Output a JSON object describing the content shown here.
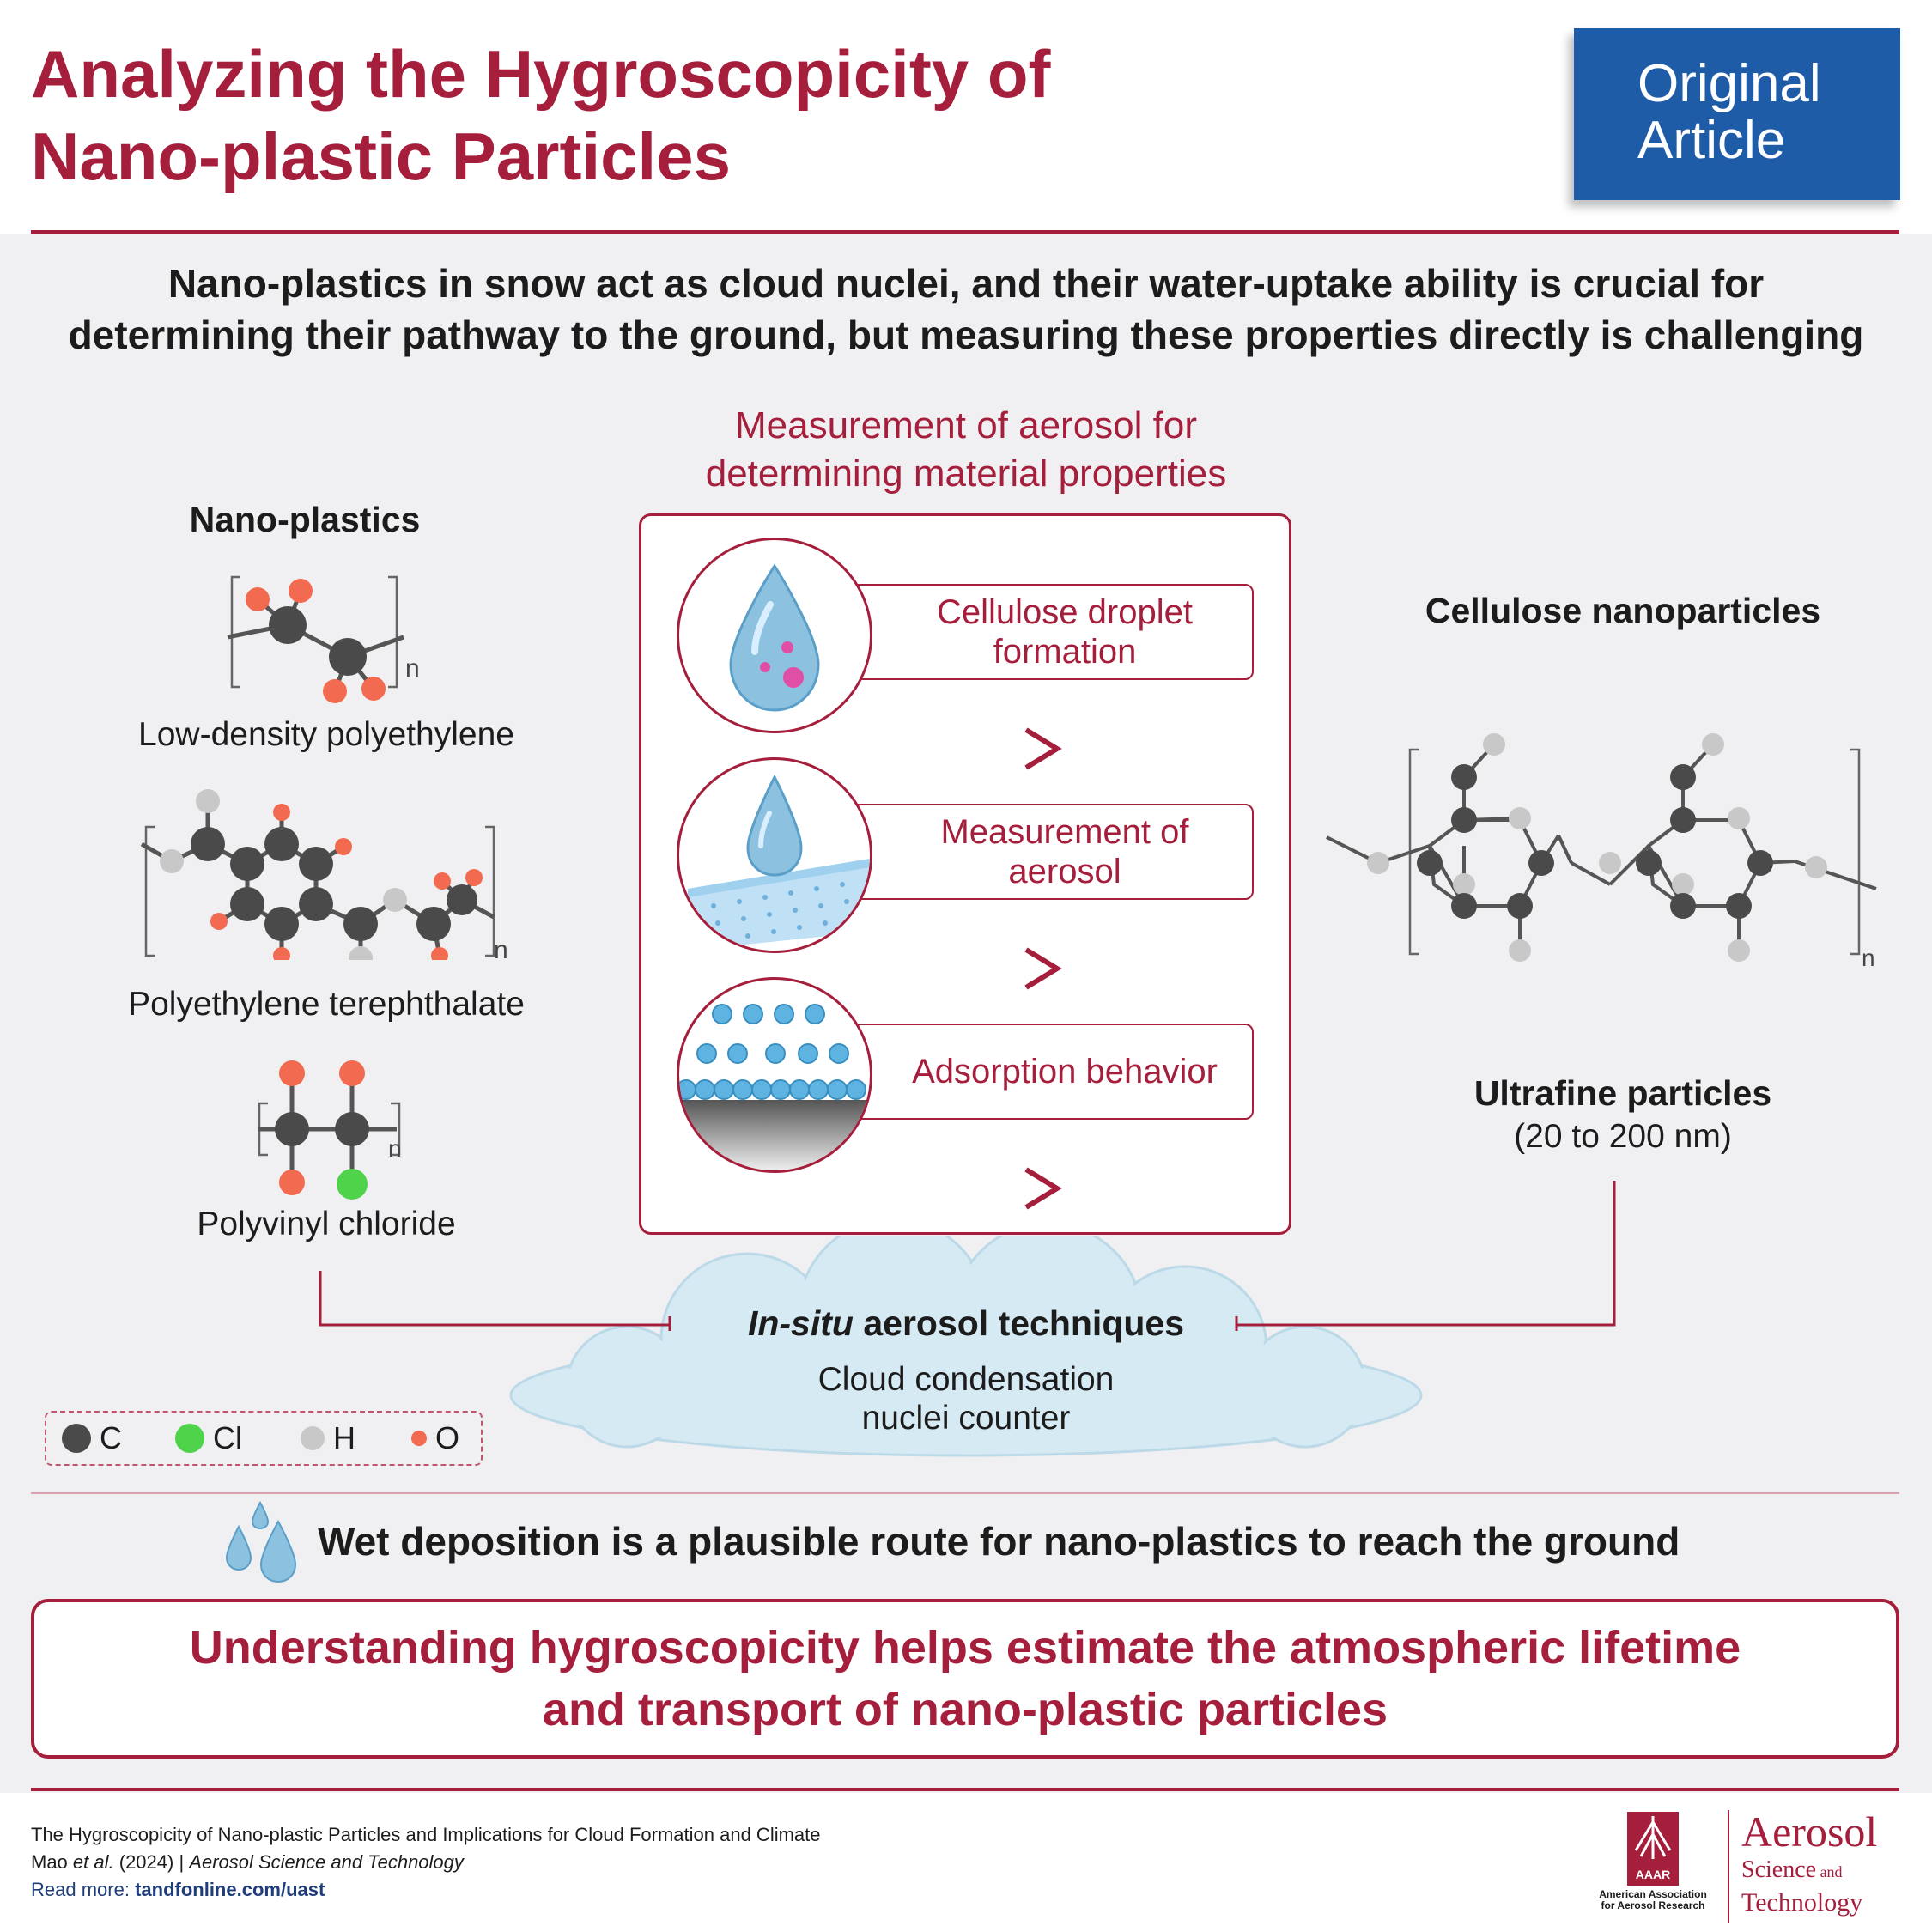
{
  "header": {
    "title_line1": "Analyzing the Hygroscopicity of",
    "title_line2": "Nano-plastic Particles",
    "badge_line1": "Original",
    "badge_line2": "Article"
  },
  "subtitle": {
    "line1": "Nano-plastics in snow act as cloud nuclei, and their water-uptake ability is crucial for",
    "line2": "determining their pathway to the ground, but measuring these properties directly is challenging"
  },
  "left": {
    "heading": "Nano-plastics",
    "molecules": [
      "Low-density polyethylene",
      "Polyethylene terephthalate",
      "Polyvinyl chloride"
    ],
    "subscript": "n"
  },
  "center": {
    "title_line1": "Measurement of aerosol for",
    "title_line2": "determining material properties",
    "steps": [
      {
        "line1": "Cellulose droplet",
        "line2": "formation"
      },
      {
        "line1": "Measurement of",
        "line2": "aerosol"
      },
      {
        "line1": "Adsorption behavior",
        "line2": ""
      }
    ],
    "chevron": ">"
  },
  "right": {
    "heading": "Cellulose nanoparticles",
    "ultrafine": "Ultrafine particles",
    "range": "(20 to 200 nm)",
    "subscript": "n"
  },
  "cloud": {
    "technique_italic": "In-situ",
    "technique_rest": " aerosol techniques",
    "device_line1": "Cloud condensation",
    "device_line2": "nuclei counter"
  },
  "legend": [
    {
      "symbol": "C",
      "color": "#4a4a4a"
    },
    {
      "symbol": "Cl",
      "color": "#4fd34a"
    },
    {
      "symbol": "H",
      "color": "#c8c8c8"
    },
    {
      "symbol": "O",
      "color": "#f26a4f"
    }
  ],
  "wet_deposition": "Wet deposition is a plausible route for nano-plastics to reach the ground",
  "conclusion": {
    "line1": "Understanding hygroscopicity helps estimate the atmospheric lifetime",
    "line2": "and transport of nano-plastic particles"
  },
  "footer": {
    "paper_title": "The Hygroscopicity of Nano-plastic Particles and Implications for Cloud Formation and Climate",
    "authors": "Mao ",
    "et_al": "et al.",
    "year": " (2024) | ",
    "journal": "Aerosol Science and Technology",
    "read_more_label": "Read more: ",
    "read_more_link": "tandfonline.com/uast",
    "aaar_abbr": "AAAR",
    "aaar_line1": "American Association",
    "aaar_line2": "for Aerosol Research",
    "journal_logo_line1": "Aerosol",
    "journal_logo_line2a": "Science",
    "journal_logo_and": " and",
    "journal_logo_line3": "Technology"
  },
  "colors": {
    "accent": "#a51e3c",
    "badge": "#1f5ca8",
    "carbon": "#4a4a4a",
    "oxygen": "#f26a4f",
    "hydrogen": "#c8c8c8",
    "chlorine": "#4fd34a"
  }
}
